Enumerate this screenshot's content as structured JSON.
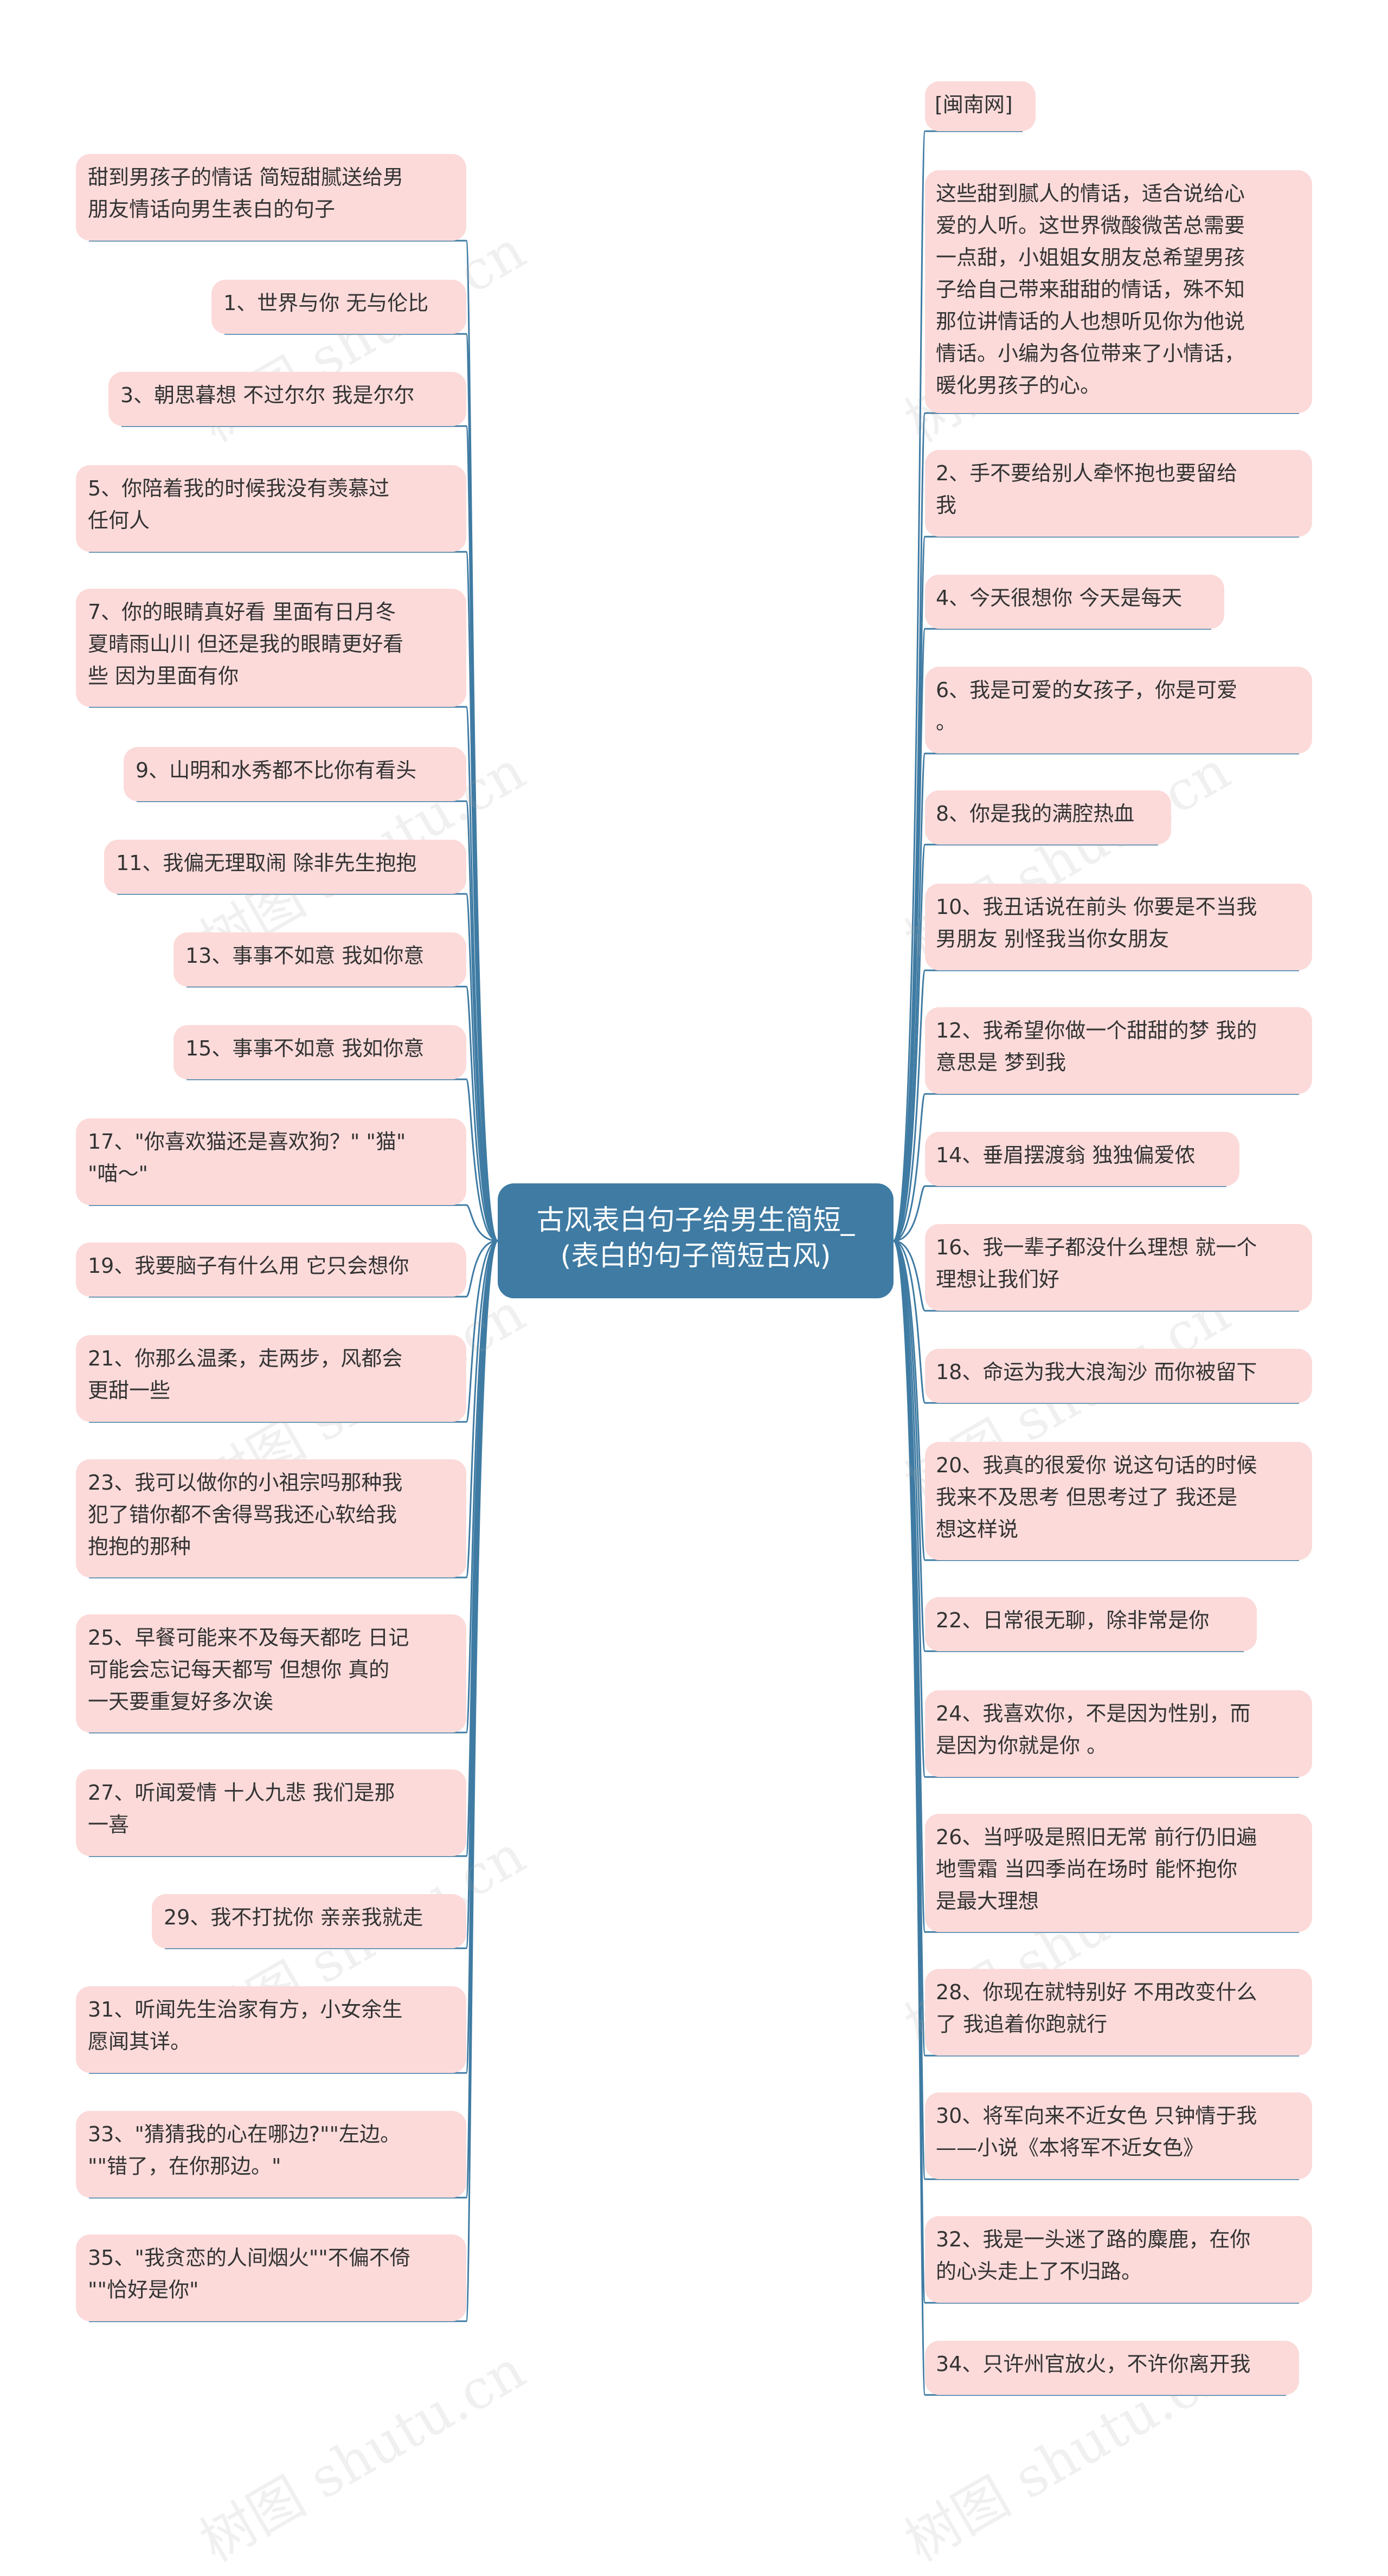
{
  "root": {
    "line1": "古风表白句子给男生简短_",
    "line2": "(表白的句子简短古风)"
  },
  "left_nodes": [
    [
      "甜到男孩子的情话 简短甜腻送给男",
      "朋友情话向男生表白的句子"
    ],
    [
      "1、世界与你 无与伦比"
    ],
    [
      "3、朝思暮想 不过尔尔 我是尔尔"
    ],
    [
      "5、你陪着我的时候我没有羡慕过",
      "任何人"
    ],
    [
      "7、你的眼睛真好看 里面有日月冬",
      "夏晴雨山川 但还是我的眼睛更好看",
      "些 因为里面有你"
    ],
    [
      "9、山明和水秀都不比你有看头"
    ],
    [
      "11、我偏无理取闹 除非先生抱抱"
    ],
    [
      "13、事事不如意 我如你意"
    ],
    [
      "15、事事不如意 我如你意"
    ],
    [
      "17、\"你喜欢猫还是喜欢狗？\" \"猫\"",
      "\"喵～\""
    ],
    [
      "19、我要脑子有什么用 它只会想你"
    ],
    [
      "21、你那么温柔，走两步，风都会",
      "更甜一些"
    ],
    [
      "23、我可以做你的小祖宗吗那种我",
      "犯了错你都不舍得骂我还心软给我",
      "抱抱的那种"
    ],
    [
      "25、早餐可能来不及每天都吃 日记",
      "可能会忘记每天都写 但想你 真的",
      "一天要重复好多次诶"
    ],
    [
      "27、听闻爱情 十人九悲 我们是那",
      "一喜"
    ],
    [
      "29、我不打扰你 亲亲我就走"
    ],
    [
      "31、听闻先生治家有方，小女余生",
      "愿闻其详。"
    ],
    [
      "33、\"猜猜我的心在哪边?\"\"左边。",
      "\"\"错了，在你那边。\""
    ],
    [
      "35、\"我贪恋的人间烟火\"\"不偏不倚",
      "\"\"恰好是你\""
    ]
  ],
  "right_nodes": [
    [
      "[闽南网]"
    ],
    [
      "这些甜到腻人的情话，适合说给心",
      "爱的人听。这世界微酸微苦总需要",
      "一点甜，小姐姐女朋友总希望男孩",
      "子给自己带来甜甜的情话，殊不知",
      "那位讲情话的人也想听见你为他说",
      "情话。小编为各位带来了小情话，",
      "暖化男孩子的心。"
    ],
    [
      "2、手不要给别人牵怀抱也要留给",
      "我"
    ],
    [
      "4、今天很想你 今天是每天"
    ],
    [
      "6、我是可爱的女孩子，你是可爱",
      "。"
    ],
    [
      "8、你是我的满腔热血"
    ],
    [
      "10、我丑话说在前头 你要是不当我",
      "男朋友 别怪我当你女朋友"
    ],
    [
      "12、我希望你做一个甜甜的梦 我的",
      "意思是 梦到我"
    ],
    [
      "14、垂眉摆渡翁 独独偏爱侬"
    ],
    [
      "16、我一辈子都没什么理想 就一个",
      "理想让我们好"
    ],
    [
      "18、命运为我大浪淘沙 而你被留下"
    ],
    [
      "20、我真的很爱你 说这句话的时候",
      "我来不及思考 但思考过了 我还是",
      "想这样说"
    ],
    [
      "22、日常很无聊，除非常是你"
    ],
    [
      "24、我喜欢你，不是因为性别，而",
      "是因为你就是你 。"
    ],
    [
      "26、当呼吸是照旧无常 前行仍旧遍",
      "地雪霜 当四季尚在场时 能怀抱你",
      "是最大理想"
    ],
    [
      "28、你现在就特别好 不用改变什么",
      "了 我追着你跑就行"
    ],
    [
      "30、将军向来不近女色 只钟情于我",
      "——小说《本将军不近女色》"
    ],
    [
      "32、我是一头迷了路的麋鹿，在你",
      "的心头走上了不归路。"
    ],
    [
      "34、只许州官放火，不许你离开我"
    ]
  ],
  "watermark": "树图 shutu.cn",
  "colors": {
    "root_fill": "#3f7ba3",
    "node_fill": "#fcdada",
    "link": "#3f7ba3",
    "text": "#333333"
  }
}
